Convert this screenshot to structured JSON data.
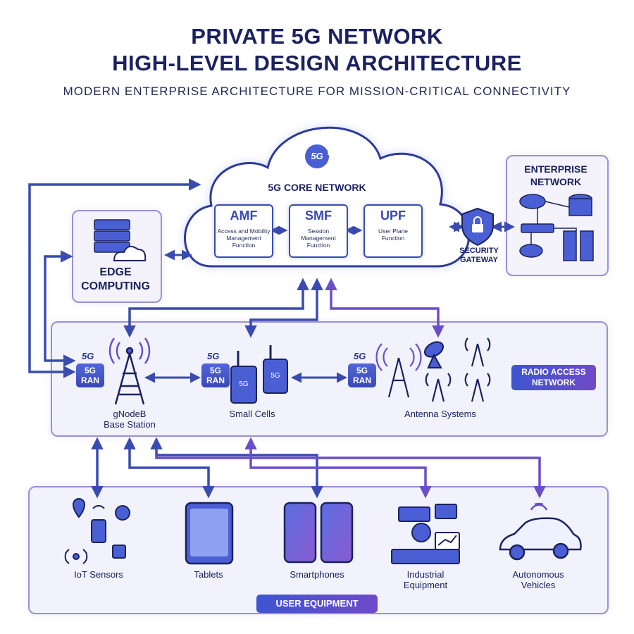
{
  "header": {
    "title_line1": "PRIVATE 5G NETWORK",
    "title_line2": "HIGH-LEVEL DESIGN ARCHITECTURE",
    "subtitle": "MODERN ENTERPRISE ARCHITECTURE FOR MISSION-CRITICAL CONNECTIVITY"
  },
  "core": {
    "badge": "5G",
    "title": "5G CORE NETWORK",
    "functions": [
      {
        "abbr": "AMF",
        "desc": "Access and Mobility Management Function"
      },
      {
        "abbr": "SMF",
        "desc": "Session Management Function"
      },
      {
        "abbr": "UPF",
        "desc": "User Plane Function"
      }
    ]
  },
  "edge": {
    "line1": "EDGE",
    "line2": "COMPUTING"
  },
  "security": {
    "line1": "SECURITY",
    "line2": "GATEWAY"
  },
  "enterprise": {
    "line1": "ENTERPRISE",
    "line2": "NETWORK"
  },
  "ran": {
    "label_line1": "RADIO ACCESS",
    "label_line2": "NETWORK",
    "badge_5g": "5G",
    "badge_line1": "5G",
    "badge_line2": "RAN",
    "cell_tag": "5G",
    "sites": [
      {
        "line1": "gNodeB",
        "line2": "Base Station"
      },
      {
        "line1": "Small Cells",
        "line2": ""
      },
      {
        "line1": "Antenna Systems",
        "line2": ""
      }
    ]
  },
  "ue": {
    "label": "USER EQUIPMENT",
    "devices": [
      {
        "line1": "IoT Sensors",
        "line2": ""
      },
      {
        "line1": "Tablets",
        "line2": ""
      },
      {
        "line1": "Smartphones",
        "line2": ""
      },
      {
        "line1": "Industrial",
        "line2": "Equipment"
      },
      {
        "line1": "Autonomous",
        "line2": "Vehicles"
      }
    ]
  },
  "colors": {
    "primary": "#3a4bb0",
    "accent": "#6a4fc8",
    "navy": "#1b2260",
    "panel": "#f1f2fb"
  }
}
